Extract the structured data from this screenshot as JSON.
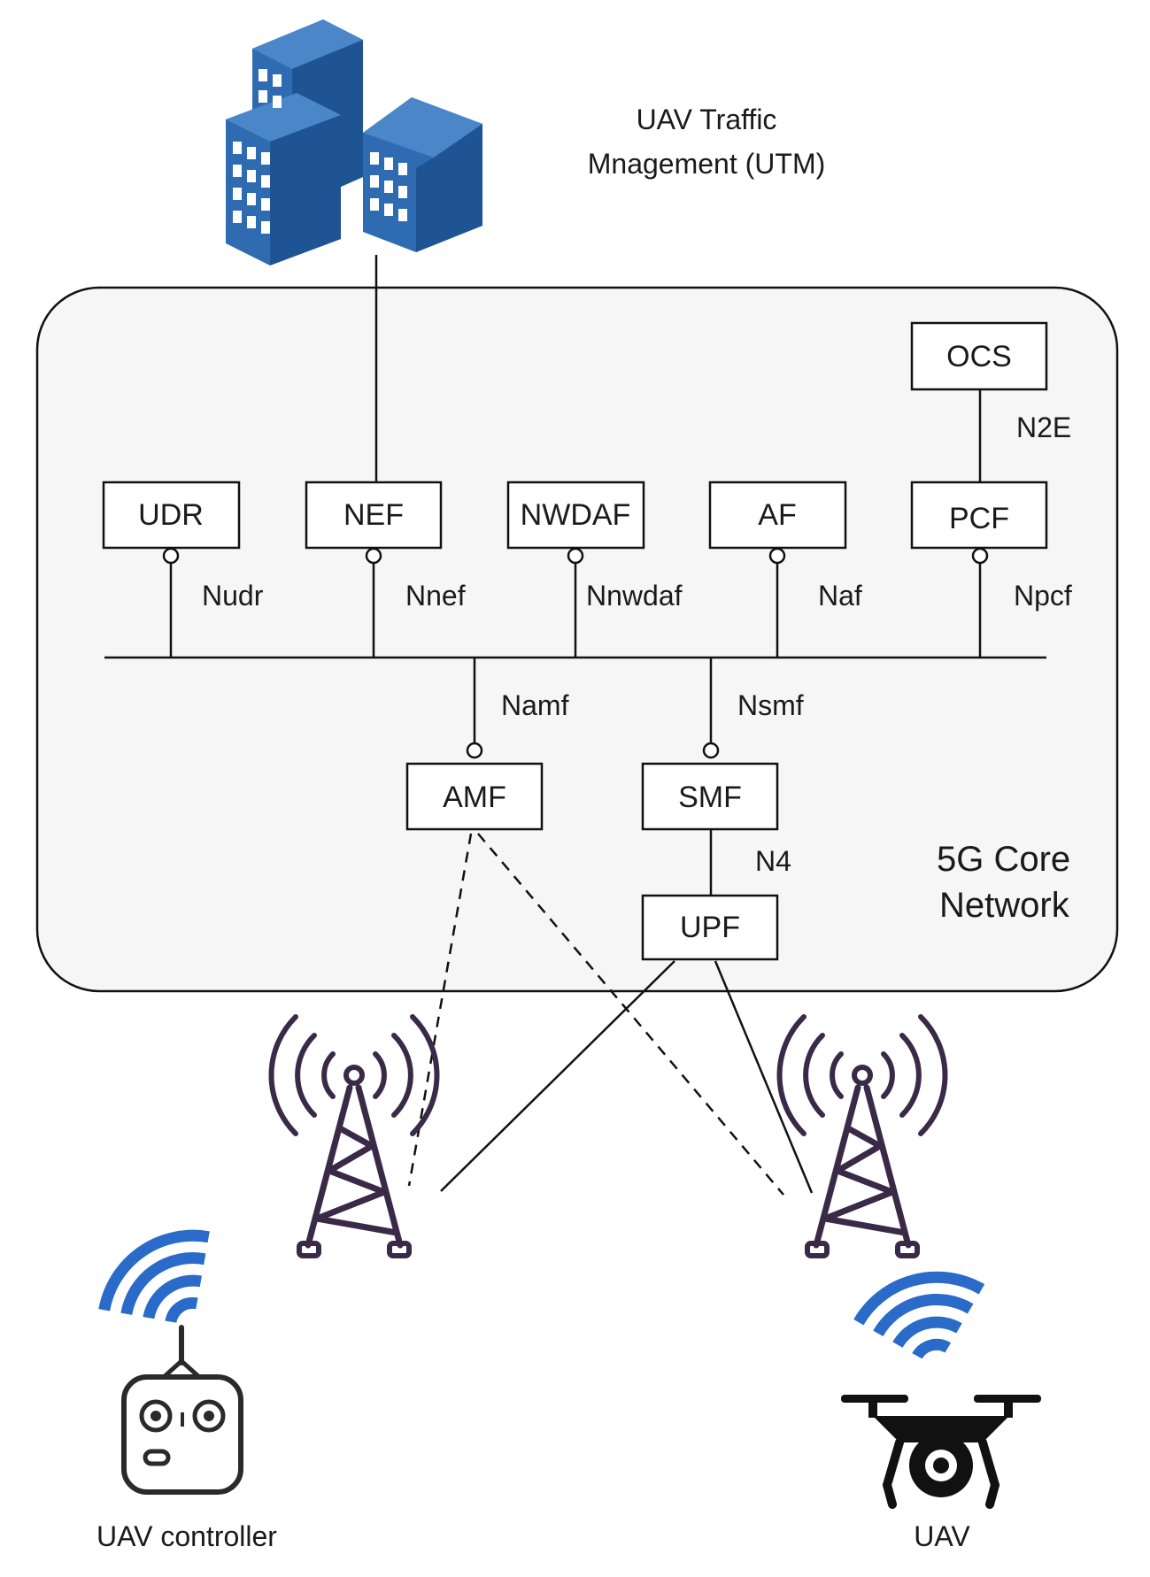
{
  "utm": {
    "label_line1": "UAV Traffic",
    "label_line2": "Mnagement (UTM)",
    "icon": "buildings-icon",
    "color": "#2e6bb0"
  },
  "core": {
    "label_line1": "5G Core",
    "label_line2": "Network",
    "background": "#f6f6f6"
  },
  "functions": {
    "udr": "UDR",
    "nef": "NEF",
    "nwdaf": "NWDAF",
    "af": "AF",
    "pcf": "PCF",
    "ocs": "OCS",
    "amf": "AMF",
    "smf": "SMF",
    "upf": "UPF"
  },
  "interfaces": {
    "nudr": "Nudr",
    "nnef": "Nnef",
    "nnwdaf": "Nnwdaf",
    "naf": "Naf",
    "npcf": "Npcf",
    "n2e": "N2E",
    "namf": "Namf",
    "nsmf": "Nsmf",
    "n4": "N4"
  },
  "devices": {
    "controller_label": "UAV controller",
    "uav_label": "UAV",
    "tower_icon": "cell-tower-icon",
    "wifi_icon": "wifi-signal-icon",
    "controller_icon": "remote-controller-icon",
    "drone_icon": "drone-icon"
  }
}
